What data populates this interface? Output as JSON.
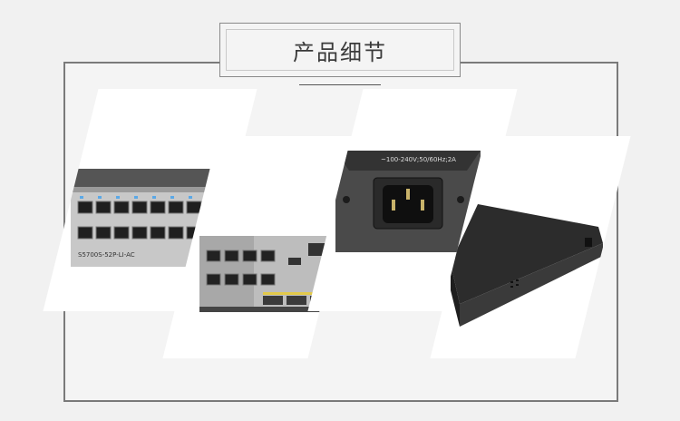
{
  "header": {
    "title": "产品细节"
  },
  "photos": [
    {
      "name": "switch-front-ports",
      "label": "S5700S-52P-LI-AC"
    },
    {
      "name": "switch-console-sfp"
    },
    {
      "name": "switch-power-socket",
      "label": "~100-240V;50/60Hz;2A"
    },
    {
      "name": "switch-side-view"
    }
  ],
  "colors": {
    "background": "#f1f1f1",
    "frame": "#7a7a7a",
    "device": "#2c2c2c"
  }
}
